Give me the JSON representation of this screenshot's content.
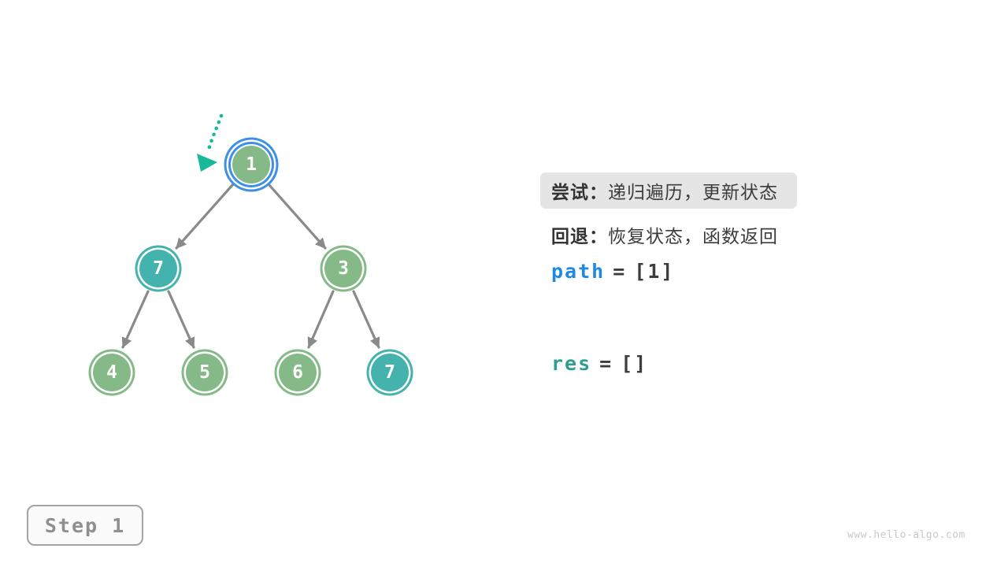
{
  "colors": {
    "node_green": "#85BA88",
    "node_teal": "#44B3AD",
    "highlight_blue": "#3E90E5",
    "edge_gray": "#8A8A8A",
    "pointer_teal": "#16B998",
    "path_blue": "#1E88E5",
    "res_teal": "#2E9D8E",
    "note_highlight_bg": "#E5E5E5"
  },
  "tree": {
    "nodes": [
      {
        "value": "1",
        "color": "green",
        "current": true
      },
      {
        "value": "7",
        "color": "teal",
        "current": false
      },
      {
        "value": "3",
        "color": "green",
        "current": false
      },
      {
        "value": "4",
        "color": "green",
        "current": false
      },
      {
        "value": "5",
        "color": "green",
        "current": false
      },
      {
        "value": "6",
        "color": "green",
        "current": false
      },
      {
        "value": "7",
        "color": "teal",
        "current": false
      }
    ],
    "edges": [
      [
        0,
        1
      ],
      [
        0,
        2
      ],
      [
        1,
        3
      ],
      [
        1,
        4
      ],
      [
        2,
        5
      ],
      [
        2,
        6
      ]
    ]
  },
  "panel": {
    "try": {
      "label": "尝试：",
      "text": "递归遍历，更新状态",
      "highlighted": true
    },
    "back": {
      "label": "回退：",
      "text": "恢复状态，函数返回",
      "highlighted": false
    },
    "path": {
      "name": "path",
      "op": "=",
      "value": "[1]"
    },
    "res": {
      "name": "res",
      "op": "=",
      "value": "[]"
    }
  },
  "step": {
    "label": "Step 1"
  },
  "watermark": "www.hello-algo.com"
}
